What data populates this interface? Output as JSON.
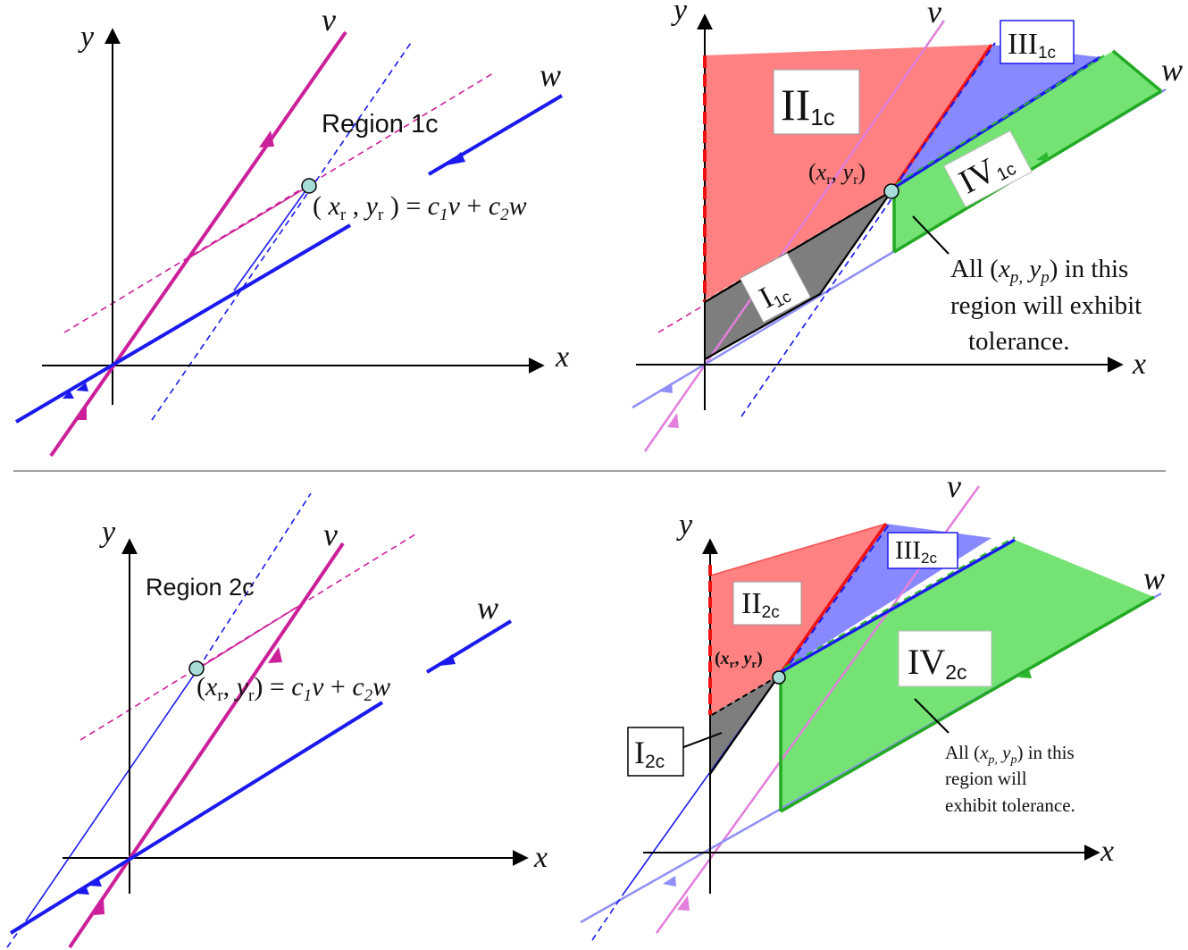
{
  "axes": {
    "x": "x",
    "y": "y"
  },
  "vectors": {
    "v": "v",
    "w": "w"
  },
  "colors": {
    "v": "#cc1f9a",
    "w": "#1a1aee",
    "red": "#ff5050",
    "blue_fill": "#6b6bff",
    "green": "#55dd55",
    "gray": "#707070",
    "point": "#a8dcd8"
  },
  "panel_1c": {
    "region_title": "Region 1c",
    "point_label": {
      "open": "( ",
      "x": "x",
      "x_sub": "r",
      "sep": " , ",
      "y": "y",
      "y_sub": "r",
      "close": " )",
      "eq": " = ",
      "c1": "c",
      "c1_sub": "1",
      "v": "v",
      "plus": " + ",
      "c2": "c",
      "c2_sub": "2",
      "w": "w"
    }
  },
  "regions_1c": {
    "I": {
      "roman": "I",
      "sub": "1c"
    },
    "II": {
      "roman": "II",
      "sub": "1c"
    },
    "III": {
      "roman": "III",
      "sub": "1c"
    },
    "IV": {
      "roman": "IV",
      "sub": "1c"
    },
    "point_label": {
      "open": "(",
      "x": "x",
      "x_sub": "r",
      "sep": ", ",
      "y": "y",
      "y_sub": "r",
      "close": ")"
    },
    "note": {
      "line1_pre": "All (",
      "xp": "x",
      "xp_sub": "p,",
      "sp": " ",
      "yp": "y",
      "yp_sub": "p",
      "line1_post": ") in this",
      "line2": "region will exhibit",
      "line3": "tolerance."
    }
  },
  "panel_2c": {
    "region_title": "Region 2c",
    "point_label": {
      "open": "(",
      "x": "x",
      "x_sub": "r",
      "sep": ", ",
      "y": "y",
      "y_sub": "r",
      "close": ")",
      "eq": " = ",
      "c1": "c",
      "c1_sub": "1",
      "v": "v",
      "plus": " + ",
      "c2": "c",
      "c2_sub": "2",
      "w": "w"
    }
  },
  "regions_2c": {
    "I": {
      "roman": "I",
      "sub": "2c"
    },
    "II": {
      "roman": "II",
      "sub": "2c"
    },
    "III": {
      "roman": "III",
      "sub": "2c"
    },
    "IV": {
      "roman": "IV",
      "sub": "2c"
    },
    "point_label": {
      "open": "(",
      "x": "x",
      "x_sub": "r",
      "sep": ", ",
      "y": "y",
      "y_sub": "r",
      "close": ")"
    },
    "note": {
      "line1_pre": "All (",
      "xp": "x",
      "xp_sub": "p,",
      "sp": " ",
      "yp": "y",
      "yp_sub": "p",
      "line1_post": ") in this",
      "line2": "region will",
      "line3": "exhibit tolerance."
    }
  }
}
